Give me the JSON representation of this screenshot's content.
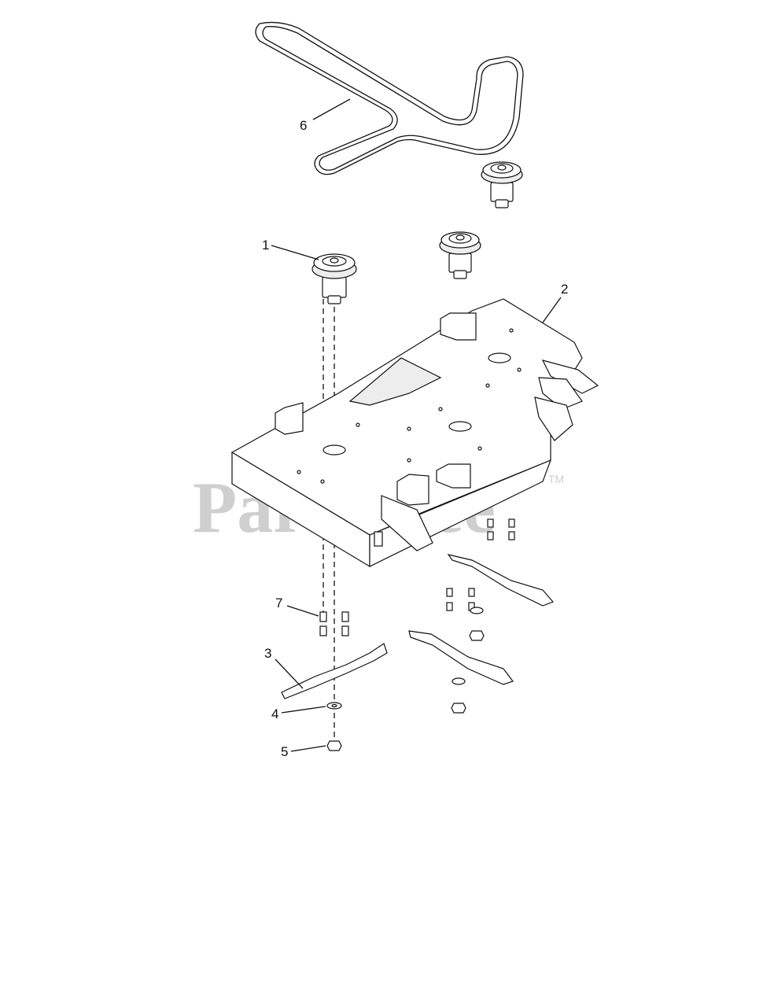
{
  "watermark": {
    "text": "PartsTree",
    "trademark": "TM"
  },
  "callouts": [
    {
      "id": "1",
      "label": "1"
    },
    {
      "id": "2",
      "label": "2"
    },
    {
      "id": "3",
      "label": "3"
    },
    {
      "id": "4",
      "label": "4"
    },
    {
      "id": "5",
      "label": "5"
    },
    {
      "id": "6",
      "label": "6"
    },
    {
      "id": "7",
      "label": "7"
    }
  ],
  "parts": [
    {
      "callout": "1",
      "icon": "spindle-pulley-icon"
    },
    {
      "callout": "2",
      "icon": "deck-housing-icon"
    },
    {
      "callout": "3",
      "icon": "mower-blade-icon"
    },
    {
      "callout": "4",
      "icon": "washer-icon"
    },
    {
      "callout": "5",
      "icon": "nut-icon"
    },
    {
      "callout": "6",
      "icon": "drive-belt-icon"
    },
    {
      "callout": "7",
      "icon": "bolt-icon"
    }
  ]
}
